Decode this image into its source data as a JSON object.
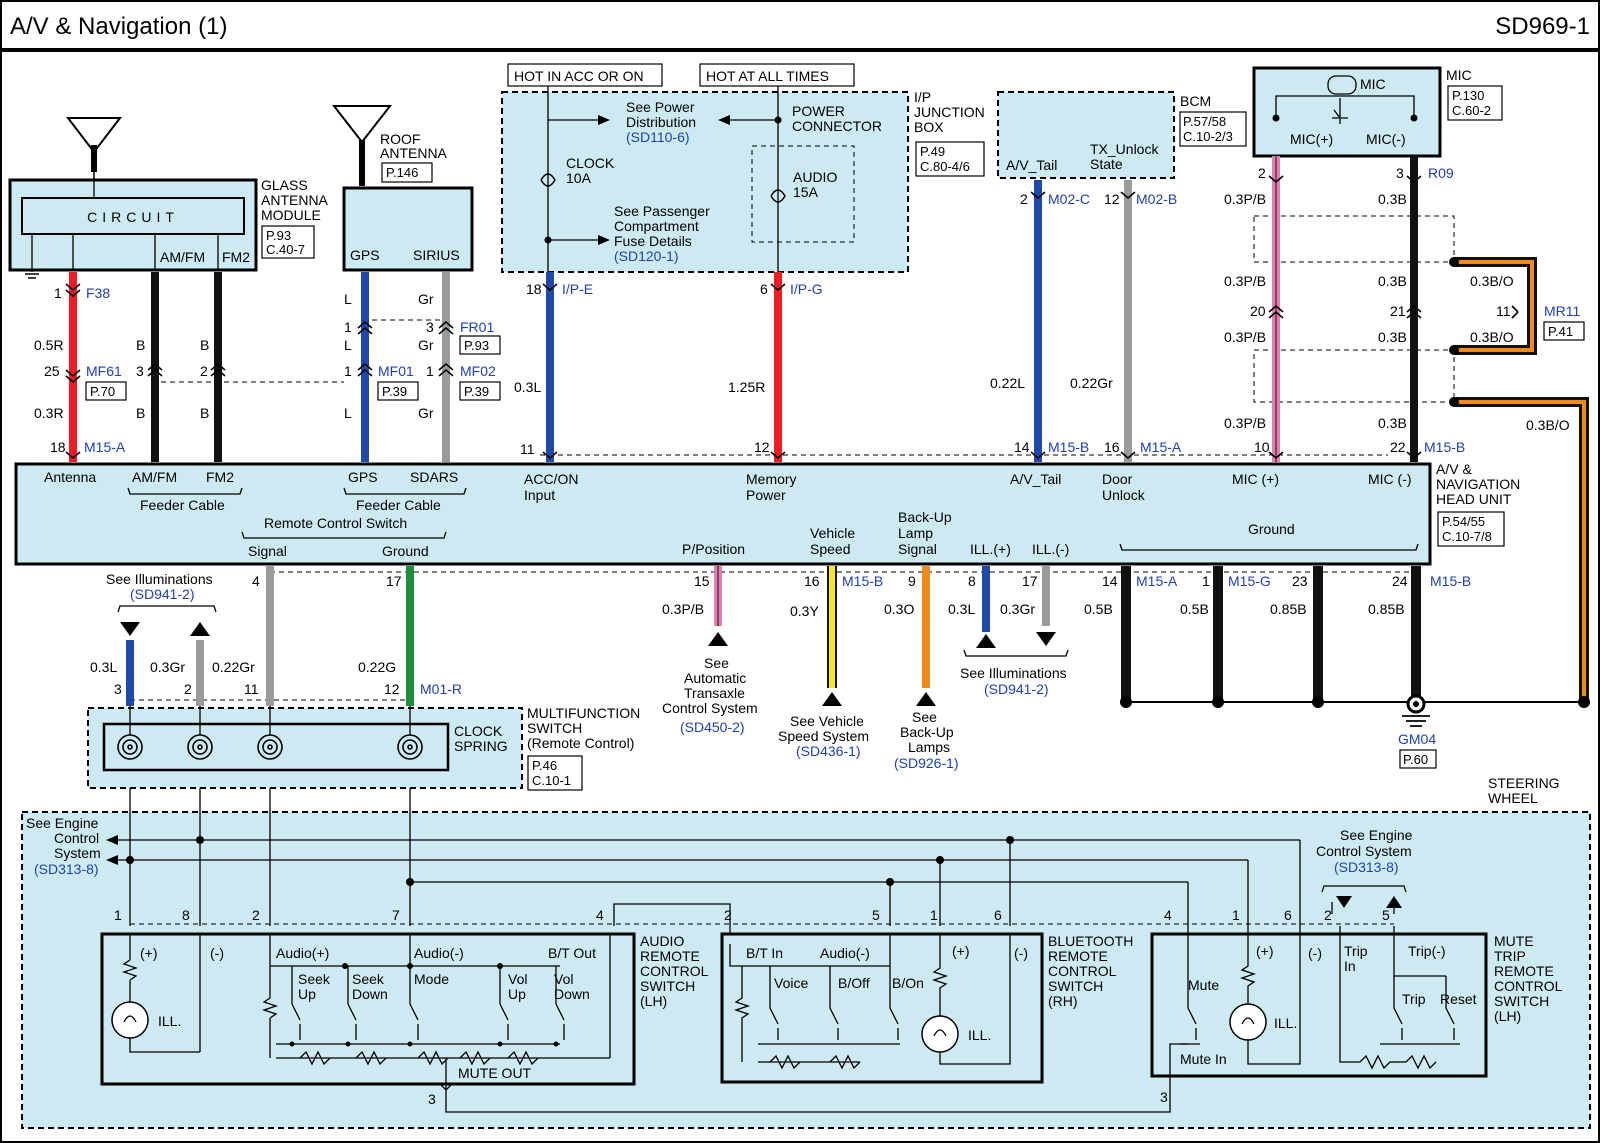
{
  "header": {
    "title": "A/V & Navigation (1)",
    "code": "SD969-1"
  },
  "top_labels": {
    "hot_acc": "HOT IN ACC OR ON",
    "hot_all": "HOT AT ALL TIMES"
  },
  "glass_module": {
    "name1": "GLASS",
    "name2": "ANTENNA",
    "name3": "MODULE",
    "circuit": "CIRCUIT",
    "amfm": "AM/FM",
    "fm2": "FM2",
    "ref1": "P.93",
    "ref2": "C.40-7"
  },
  "roof_antenna": {
    "name1": "ROOF",
    "name2": "ANTENNA",
    "ref": "P.146",
    "gps": "GPS",
    "sirius": "SIRIUS"
  },
  "junction": {
    "name1": "I/P",
    "name2": "JUNCTION",
    "name3": "BOX",
    "ref1": "P.49",
    "ref2": "C.80-4/6",
    "see_power1": "See Power",
    "see_power2": "Distribution",
    "see_power3": "(SD110-6)",
    "power1": "POWER",
    "power2": "CONNECTOR",
    "clock1": "CLOCK",
    "clock2": "10A",
    "audio1": "AUDIO",
    "audio2": "15A",
    "see_pass1": "See Passenger",
    "see_pass2": "Compartment",
    "see_pass3": "Fuse Details",
    "see_pass4": "(SD120-1)"
  },
  "bcm": {
    "name": "BCM",
    "ref1": "P.57/58",
    "ref2": "C.10-2/3",
    "av_tail": "A/V_Tail",
    "tx1": "TX_Unlock",
    "tx2": "State"
  },
  "mic": {
    "name": "MIC",
    "inner": "MIC",
    "ref1": "P.130",
    "ref2": "C.60-2",
    "plus": "MIC(+)",
    "minus": "MIC(-)"
  },
  "head_unit": {
    "name1": "A/V &",
    "name2": "NAVIGATION",
    "name3": "HEAD UNIT",
    "ref1": "P.54/55",
    "ref2": "C.10-7/8",
    "antenna": "Antenna",
    "amfm": "AM/FM",
    "fm2": "FM2",
    "feeder": "Feeder Cable",
    "gps": "GPS",
    "sdars": "SDARS",
    "acc1": "ACC/ON",
    "acc2": "Input",
    "mem1": "Memory",
    "mem2": "Power",
    "av_tail": "A/V_Tail",
    "door1": "Door",
    "door2": "Unlock",
    "mic_plus": "MIC (+)",
    "mic_minus": "MIC (-)",
    "remote": "Remote Control Switch",
    "signal": "Signal",
    "ground": "Ground",
    "ppos": "P/Position",
    "vs1": "Vehicle",
    "vs2": "Speed",
    "bu1": "Back-Up",
    "bu2": "Lamp",
    "bu3": "Signal",
    "illp": "ILL.(+)",
    "illm": "ILL.(-)",
    "ground2": "Ground"
  },
  "top_wires": {
    "f38": "F38",
    "mf61": "MF61",
    "mf61_ref": "P.70",
    "m15a": "M15-A",
    "mf01": "MF01",
    "mf01_ref": "P.39",
    "mf02": "MF02",
    "mf02_ref": "P.39",
    "fr01": "FR01",
    "fr01_ref": "P.93",
    "ipe": "I/P-E",
    "ipg": "I/P-G",
    "m02c": "M02-C",
    "m02b": "M02-B",
    "m15b": "M15-B",
    "m15a2": "M15-A",
    "r09": "R09",
    "mr11": "MR11",
    "mr11_ref": "P.41",
    "m15b2": "M15-B",
    "w05r": "0.5R",
    "w03r": "0.3R",
    "b": "B",
    "l": "L",
    "gr": "Gr",
    "w03l": "0.3L",
    "w125r": "1.25R",
    "w022l": "0.22L",
    "w022gr": "0.22Gr",
    "w03pb": "0.3P/B",
    "w03b": "0.3B",
    "w03bo": "0.3B/O",
    "p1": "1",
    "p25": "25",
    "p18": "18",
    "p3": "3",
    "p2": "2",
    "p1b": "1",
    "p1c": "1",
    "p3b": "3",
    "p1d": "1",
    "p18b": "18",
    "p11": "11",
    "p6": "6",
    "p12": "12",
    "p2b": "2",
    "p12b": "12",
    "p14": "14",
    "p16": "16",
    "p2c": "2",
    "p3c": "3",
    "p20": "20",
    "p21": "21",
    "p11b": "11",
    "p10": "10",
    "p22": "22"
  },
  "bottom_wires": {
    "see_ill1": "See Illuminations",
    "see_ill2": "(SD941-2)",
    "w03l": "0.3L",
    "w03gr": "0.3Gr",
    "w022gr": "0.22Gr",
    "w022g": "0.22G",
    "m01r": "M01-R",
    "p4": "4",
    "p17": "17",
    "p3": "3",
    "p2": "2",
    "p11": "11",
    "p12": "12",
    "p15": "15",
    "w03pb": "0.3P/B",
    "p16": "16",
    "m15b": "M15-B",
    "w03y": "0.3Y",
    "p9": "9",
    "w03o": "0.3O",
    "p8": "8",
    "w03l2": "0.3L",
    "p17b": "17",
    "w03gr2": "0.3Gr",
    "p14": "14",
    "m15a": "M15-A",
    "p1": "1",
    "m15g": "M15-G",
    "p23": "23",
    "p24": "24",
    "m15b2": "M15-B",
    "w05b": "0.5B",
    "w05b2": "0.5B",
    "w085b": "0.85B",
    "w085b2": "0.85B",
    "see_ats1": "See",
    "see_ats2": "Automatic",
    "see_ats3": "Transaxle",
    "see_ats4": "Control System",
    "see_ats5": "(SD450-2)",
    "see_vs1": "See Vehicle",
    "see_vs2": "Speed System",
    "see_vs3": "(SD436-1)",
    "see_bu1": "See",
    "see_bu2": "Back-Up",
    "see_bu3": "Lamps",
    "see_bu4": "(SD926-1)",
    "see_ill3": "See Illuminations",
    "see_ill4": "(SD941-2)",
    "gm04": "GM04",
    "gm04_ref": "P.60"
  },
  "clock_spring": {
    "name1": "CLOCK",
    "name2": "SPRING",
    "mf1": "MULTIFUNCTION",
    "mf2": "SWITCH",
    "mf3": "(Remote Control)",
    "ref1": "P.46",
    "ref2": "C.10-1"
  },
  "steering": {
    "name1": "STEERING",
    "name2": "WHEEL",
    "see_ecs1": "See Engine",
    "see_ecs2": "Control",
    "see_ecs3": "System",
    "see_ecs4": "(SD313-8)",
    "see_ecs5": "See Engine",
    "see_ecs6": "Control System",
    "see_ecs7": "(SD313-8)"
  },
  "audio_sw": {
    "name1": "AUDIO",
    "name2": "REMOTE",
    "name3": "CONTROL",
    "name4": "SWITCH",
    "name5": "(LH)",
    "plus": "(+)",
    "minus": "(-)",
    "ill": "ILL.",
    "audp": "Audio(+)",
    "audm": "Audio(-)",
    "bt": "B/T Out",
    "seek_up1": "Seek",
    "seek_up2": "Up",
    "seek_dn1": "Seek",
    "seek_dn2": "Down",
    "mode": "Mode",
    "vol_up1": "Vol",
    "vol_up2": "Up",
    "vol_dn1": "Vol",
    "vol_dn2": "Down",
    "mute_out": "MUTE OUT",
    "p1": "1",
    "p8": "8",
    "p2": "2",
    "p7": "7",
    "p4": "4",
    "p3": "3"
  },
  "bt_sw": {
    "name1": "BLUETOOTH",
    "name2": "REMOTE",
    "name3": "CONTROL",
    "name4": "SWITCH",
    "name5": "(RH)",
    "btin": "B/T In",
    "audm": "Audio(-)",
    "voice": "Voice",
    "boff": "B/Off",
    "bon": "B/On",
    "plus": "(+)",
    "minus": "(-)",
    "ill": "ILL.",
    "p2": "2",
    "p5": "5",
    "p1": "1",
    "p6": "6"
  },
  "mute_sw": {
    "name1": "MUTE",
    "name2": "TRIP",
    "name3": "REMOTE",
    "name4": "CONTROL",
    "name5": "SWITCH",
    "name6": "(LH)",
    "mute": "Mute",
    "mute_in": "Mute In",
    "plus": "(+)",
    "minus": "(-)",
    "ill": "ILL.",
    "trip_in1": "Trip",
    "trip_in2": "In",
    "trip_m": "Trip(-)",
    "trip": "Trip",
    "reset": "Reset",
    "p4": "4",
    "p1": "1",
    "p6": "6",
    "p2": "2",
    "p5": "5",
    "p3": "3"
  },
  "colors": {
    "red": "#ee1c24",
    "blue": "#1f48a8",
    "gray": "#9b9b9b",
    "black": "#111111",
    "pink": "#e57fb0",
    "green": "#1d8f3a",
    "yellow": "#f5ea14",
    "orange": "#f08a1d",
    "fill": "#cdeaf2"
  }
}
